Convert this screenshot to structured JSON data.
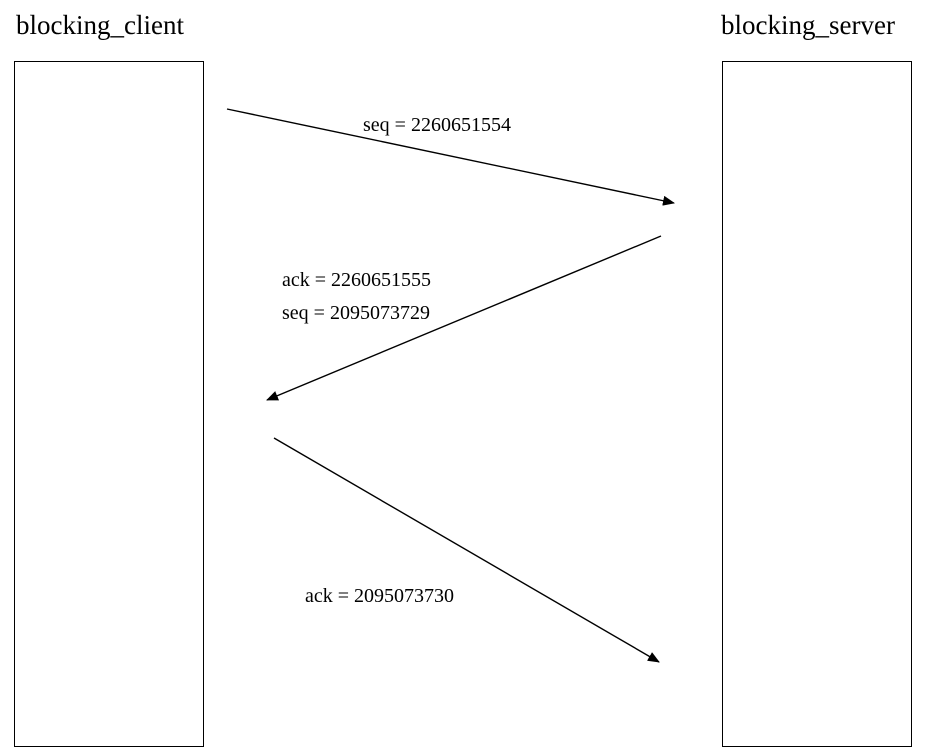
{
  "lifelines": {
    "client": "blocking_client",
    "server": "blocking_server"
  },
  "messages": [
    {
      "id": "syn",
      "from": "client",
      "to": "server",
      "labels": [
        "seq = 2260651554"
      ]
    },
    {
      "id": "syn-ack",
      "from": "server",
      "to": "client",
      "labels": [
        "ack = 2260651555",
        "seq = 2095073729"
      ]
    },
    {
      "id": "ack",
      "from": "client",
      "to": "server",
      "labels": [
        "ack = 2095073730"
      ]
    }
  ],
  "colors": {
    "line": "#000000",
    "background": "#ffffff"
  }
}
